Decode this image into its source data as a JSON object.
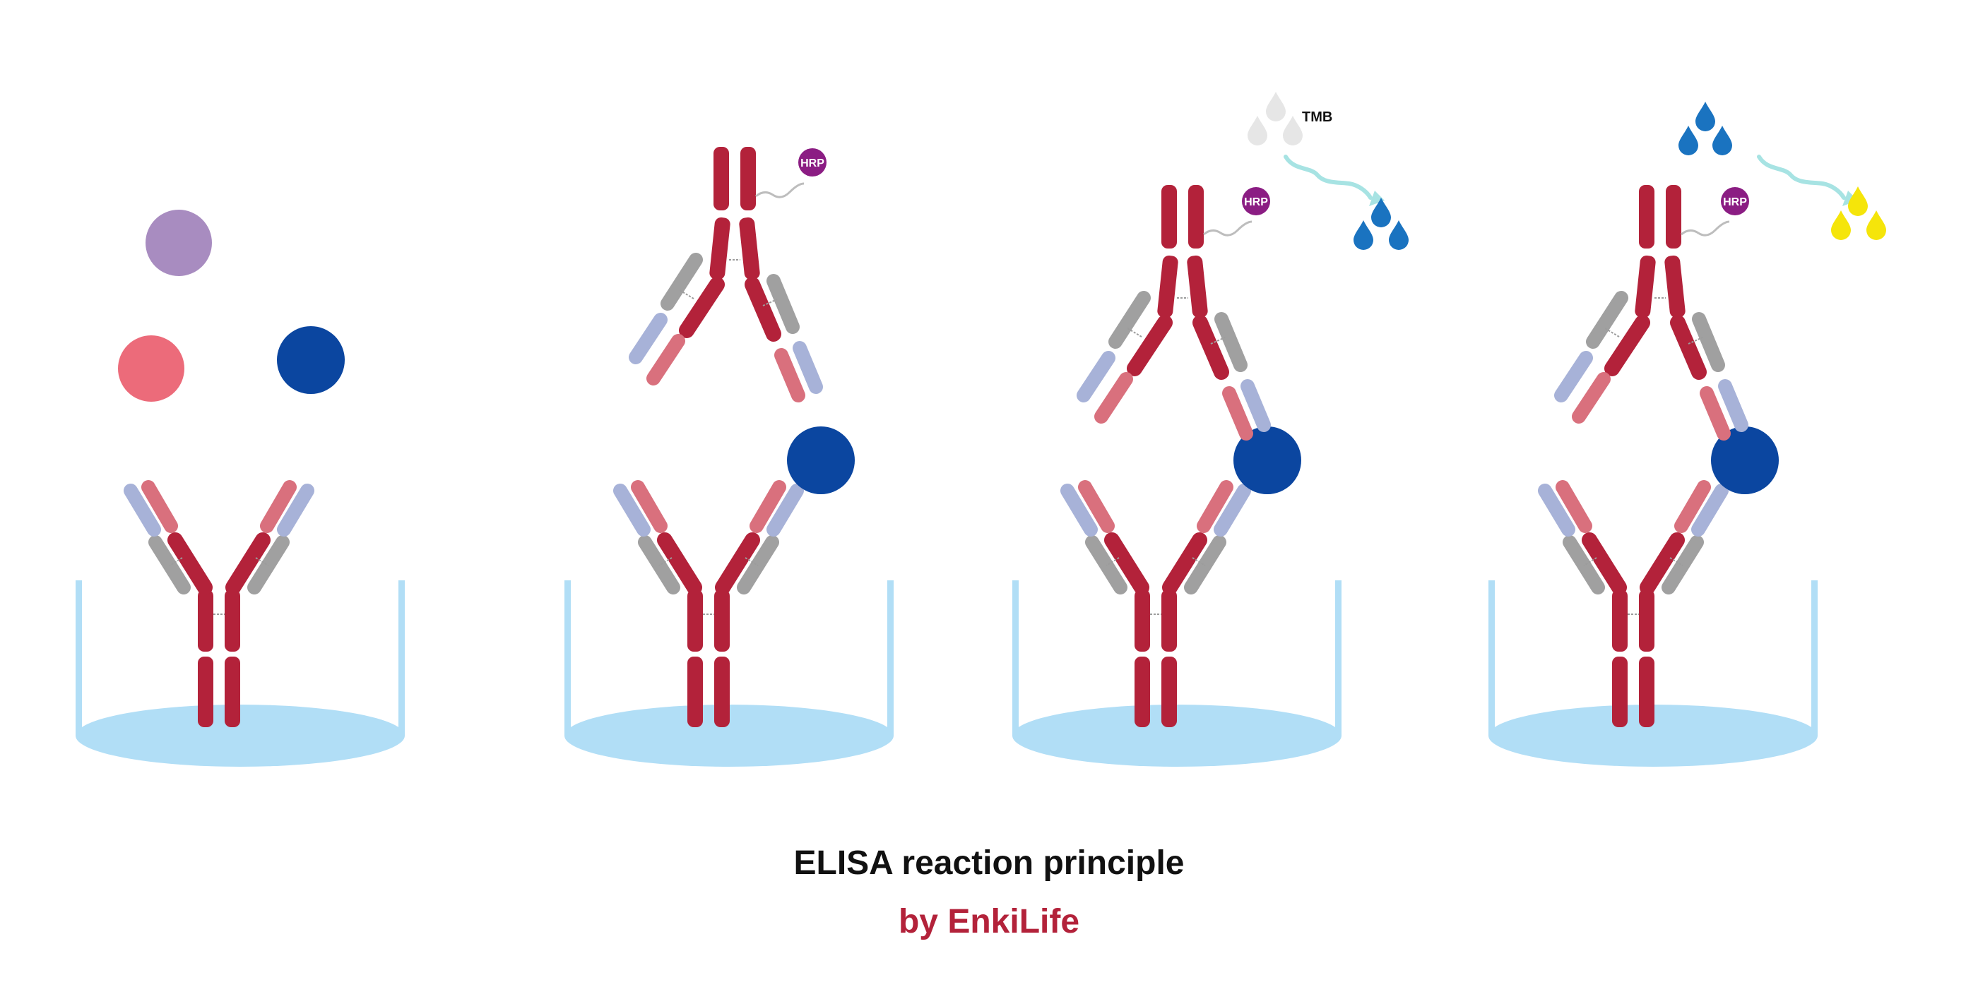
{
  "title": "ELISA reaction principle",
  "credit": "by EnkiLife",
  "labels": {
    "enzyme": "HRP",
    "substrate": "TMB"
  },
  "colors": {
    "heavy_chain": "#b3223a",
    "light_chain_inner": "#d9707d",
    "light_chain_outer": "#a7b2d8",
    "fab_grey": "#a0a0a0",
    "well": "#b1def6",
    "antigen_target": "#0b46a0",
    "antigen_other_1": "#a88cc0",
    "antigen_other_2": "#ec6b7a",
    "hrp": "#8b1d83",
    "substrate_colorless": "#e6e6e6",
    "substrate_blue": "#1a73c0",
    "product_yellow": "#f5e50a",
    "arrow": "#a7e3e3",
    "credit": "#b3223a"
  },
  "panels": [
    {
      "stage": "capture-antibody-with-antigens"
    },
    {
      "stage": "antigen-bound-detection-antibody"
    },
    {
      "stage": "tmb-oxidation"
    },
    {
      "stage": "color-development"
    }
  ]
}
